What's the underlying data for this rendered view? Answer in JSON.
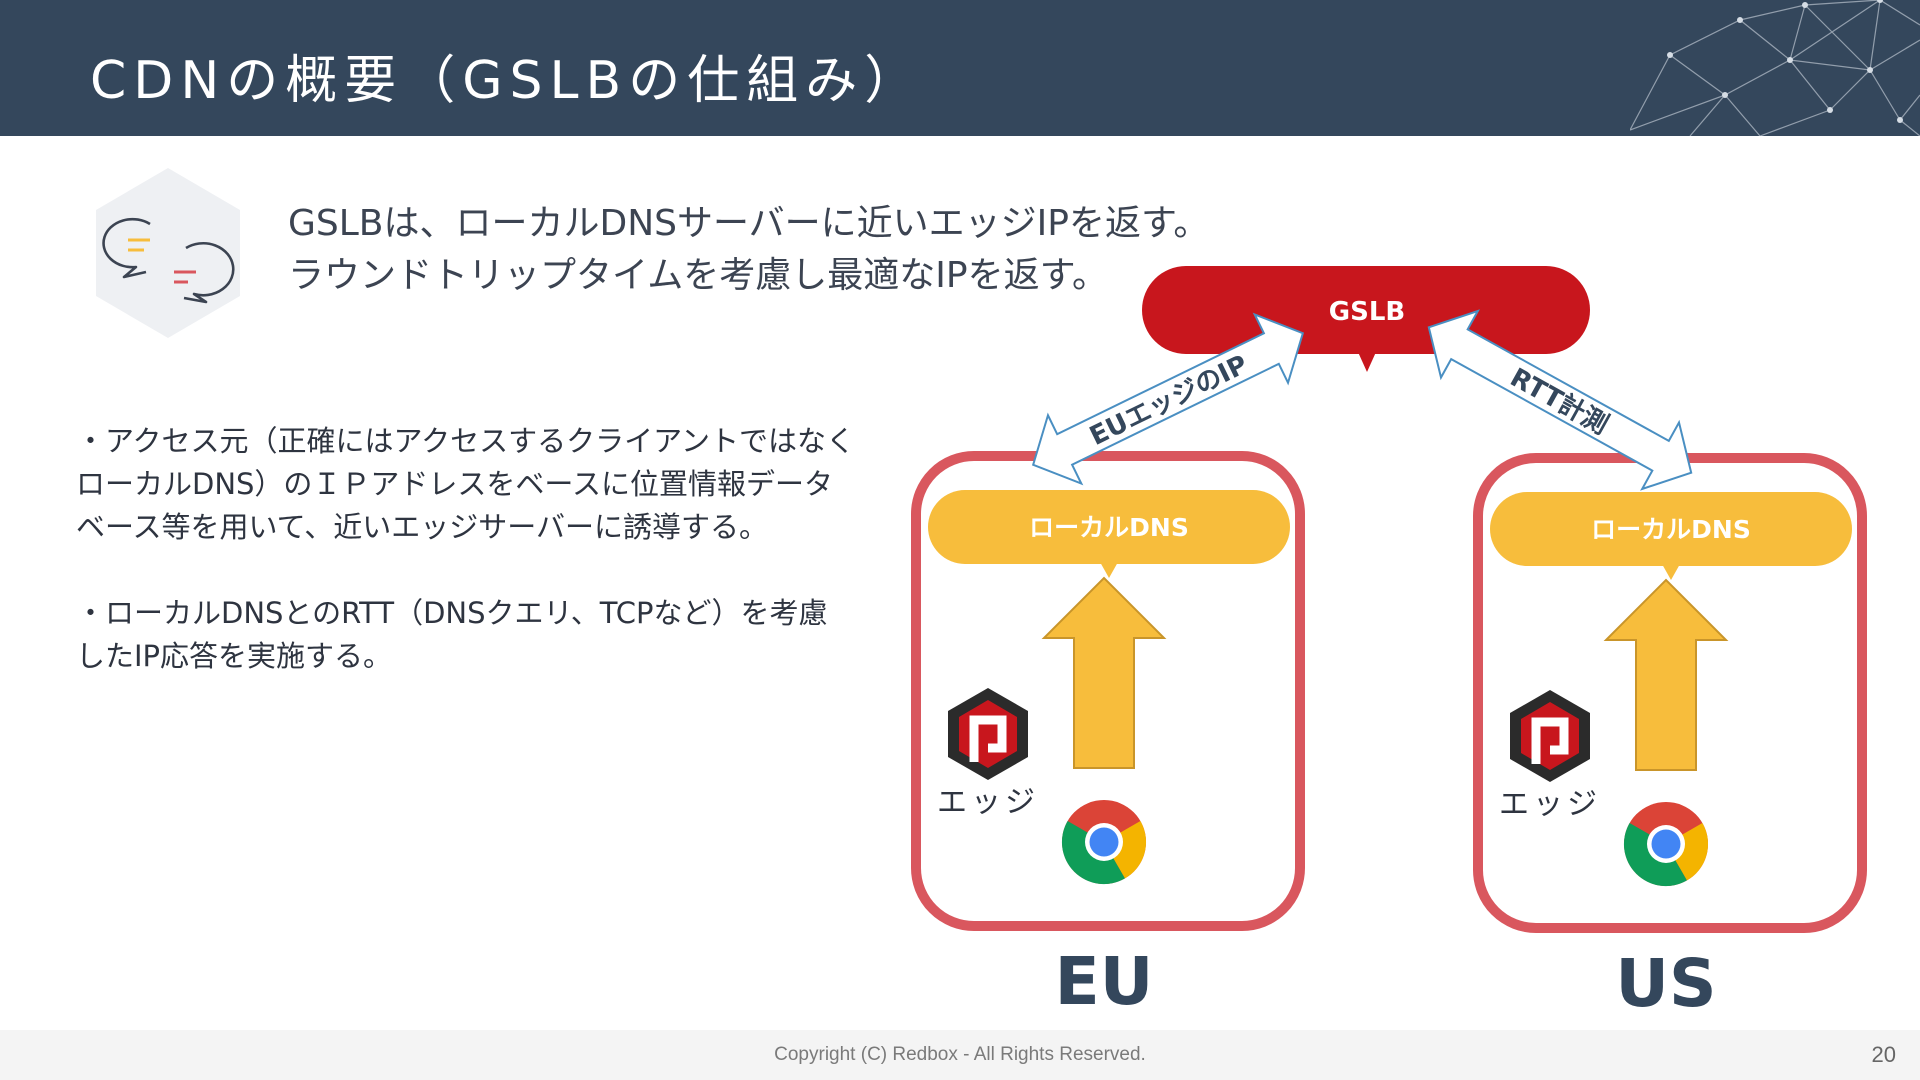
{
  "slide": {
    "title": "CDNの概要（GSLBの仕組み）",
    "lead_lines": [
      "GSLBは、ローカルDNSサーバーに近いエッジIPを返す。",
      "ラウンドトリップタイムを考慮し最適なIPを返す。"
    ],
    "bullets": [
      "・アクセス元（正確にはアクセスするクライアントではなくローカルDNS）のＩＰアドレスをベースに位置情報データベース等を用いて、近いエッジサーバーに誘導する。",
      "・ローカルDNSとのRTT（DNSクエリ、TCPなど）を考慮したIP応答を実施する。"
    ],
    "icon": "chat-bubbles-icon"
  },
  "diagram": {
    "gslb_label": "GSLB",
    "left_arrow_label": "EUエッジのIP",
    "right_arrow_label": "RTT計測",
    "regions": [
      {
        "name": "EU",
        "dns_label": "ローカルDNS",
        "edge_label": "エッジ"
      },
      {
        "name": "US",
        "dns_label": "ローカルDNS",
        "edge_label": "エッジ"
      }
    ],
    "colors": {
      "gslb": "#c8161d",
      "dns": "#f7bd3c",
      "box_border": "#d9575e",
      "header": "#34475c",
      "region_text": "#34475c"
    }
  },
  "footer": {
    "copyright": "Copyright (C) Redbox - All Rights Reserved.",
    "page": "20"
  }
}
